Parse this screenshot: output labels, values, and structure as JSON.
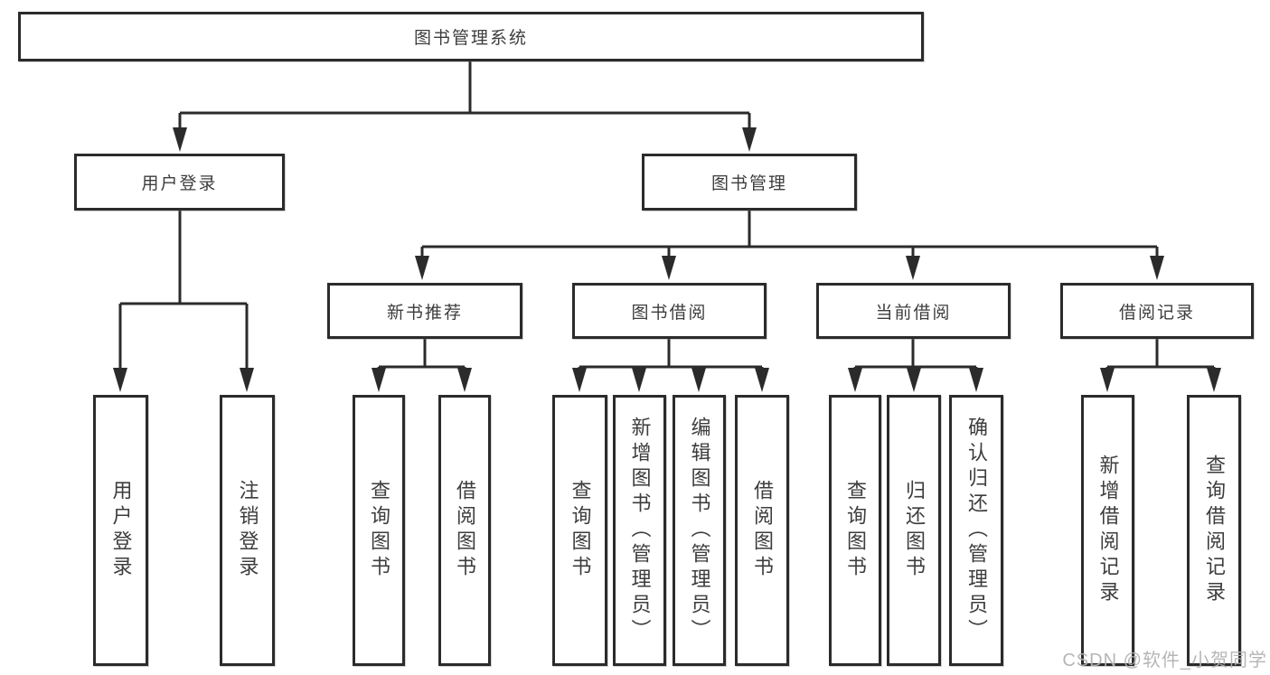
{
  "tree": {
    "label": "图书管理系统",
    "children": [
      {
        "label": "用户登录",
        "children": [
          {
            "label": "用户登录"
          },
          {
            "label": "注销登录"
          }
        ]
      },
      {
        "label": "图书管理",
        "children": [
          {
            "label": "新书推荐",
            "children": [
              {
                "label": "查询图书"
              },
              {
                "label": "借阅图书"
              }
            ]
          },
          {
            "label": "图书借阅",
            "children": [
              {
                "label": "查询图书"
              },
              {
                "label": "新增图书（管理员）"
              },
              {
                "label": "编辑图书（管理员）"
              },
              {
                "label": "借阅图书"
              }
            ]
          },
          {
            "label": "当前借阅",
            "children": [
              {
                "label": "查询图书"
              },
              {
                "label": "归还图书"
              },
              {
                "label": "确认归还（管理员）"
              }
            ]
          },
          {
            "label": "借阅记录",
            "children": [
              {
                "label": "新增借阅记录"
              },
              {
                "label": "查询借阅记录"
              }
            ]
          }
        ]
      }
    ]
  },
  "watermark": {
    "text": "CSDN @软件_小贺同学"
  },
  "colors": {
    "line": "#2b2b2b",
    "box_border": "#2b2b2b",
    "text": "#3d3d3d",
    "watermark": "#b2b2b2",
    "background": "#ffffff"
  }
}
